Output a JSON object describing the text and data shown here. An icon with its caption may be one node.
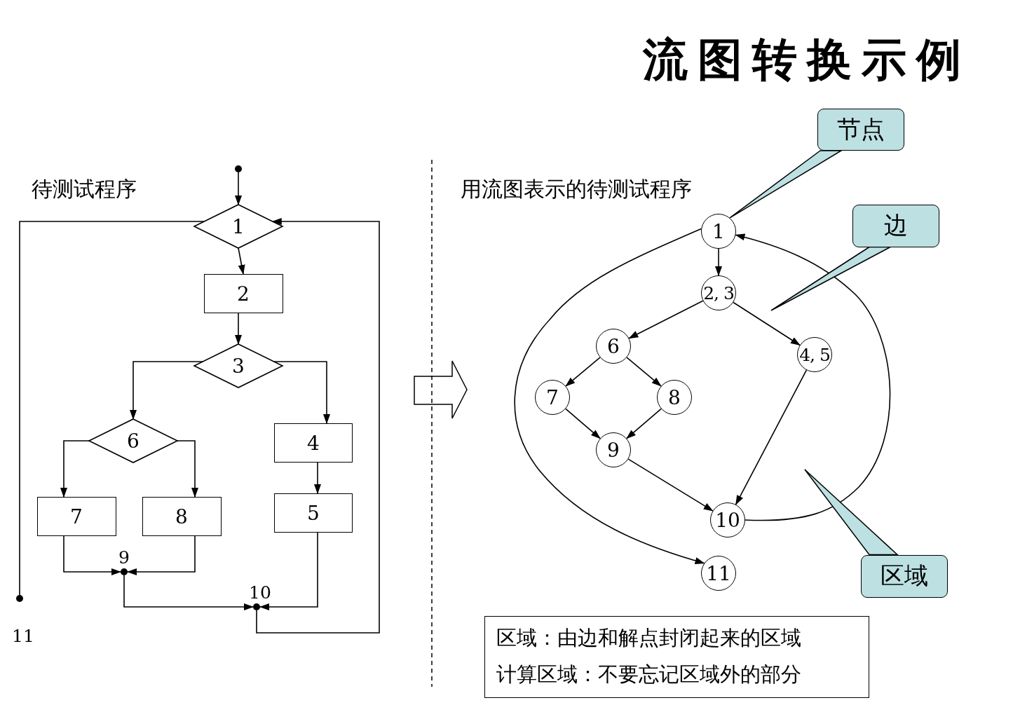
{
  "diagram": {
    "title": "流图转换示例",
    "nodes": [
      {
        "text": [],
        "shape": "circle"
      },
      {
        "text": [
          "1"
        ]
      },
      {
        "text": [
          "2"
        ]
      },
      {
        "text": [
          "3"
        ]
      },
      {
        "text": [
          "6"
        ]
      },
      {
        "text": [
          "4"
        ]
      },
      {
        "text": [
          "7"
        ]
      },
      {
        "text": [
          "8"
        ]
      },
      {
        "text": [
          "5"
        ]
      },
      {
        "text": [],
        "shape": "circle",
        "beside": [
          "9"
        ]
      },
      {
        "text": [],
        "shape": "circle",
        "beside": [
          "10"
        ]
      },
      {
        "text": [],
        "shape": "circle",
        "beside": [
          "11"
        ]
      },
      {
        "text": [
          "1"
        ]
      },
      {
        "text": [
          "2, 3"
        ]
      },
      {
        "text": [
          "6"
        ]
      },
      {
        "text": [
          "4, 5"
        ]
      },
      {
        "text": [
          "7"
        ]
      },
      {
        "text": [
          "8"
        ]
      },
      {
        "text": [
          "9"
        ]
      },
      {
        "text": [
          "10"
        ]
      },
      {
        "text": [
          "11"
        ]
      },
      {
        "text": [
          "节点"
        ]
      },
      {
        "text": [
          "边"
        ]
      },
      {
        "text": [
          "区域"
        ]
      },
      {
        "text": [
          "区域：由边和解点封闭起来的区域",
          "计算区域：不要忘记区域外的部分"
        ]
      }
    ],
    "edges": [
      {
        "from": 0,
        "to": 1,
        "arrow": "to"
      },
      {
        "from": 1,
        "to": 2,
        "arrow": "to"
      },
      {
        "from": 2,
        "to": 3,
        "arrow": "to"
      },
      {
        "from": 3,
        "to": 4,
        "arrow": "to"
      },
      {
        "from": 3,
        "to": 5,
        "arrow": "to"
      },
      {
        "from": 4,
        "to": 6,
        "arrow": "to"
      },
      {
        "from": 4,
        "to": 7,
        "arrow": "to"
      },
      {
        "from": 5,
        "to": 8,
        "arrow": "to"
      },
      {
        "from": 6,
        "to": 9,
        "arrow": "to"
      },
      {
        "from": 7,
        "to": 9,
        "arrow": "to"
      },
      {
        "from": 9,
        "to": 10,
        "arrow": "to"
      },
      {
        "from": 8,
        "to": 10,
        "arrow": "to"
      },
      {
        "from": 10,
        "to": 1,
        "arrow": "to"
      },
      {
        "from": 1,
        "to": 11,
        "arrow": "none"
      },
      {
        "from": 12,
        "to": 13,
        "arrow": "to"
      },
      {
        "from": 13,
        "to": 14,
        "arrow": "to"
      },
      {
        "from": 13,
        "to": 15,
        "arrow": "to"
      },
      {
        "from": 14,
        "to": 16,
        "arrow": "to"
      },
      {
        "from": 14,
        "to": 17,
        "arrow": "to"
      },
      {
        "from": 16,
        "to": 18,
        "arrow": "to"
      },
      {
        "from": 17,
        "to": 18,
        "arrow": "to"
      },
      {
        "from": 18,
        "to": 19,
        "arrow": "to"
      },
      {
        "from": 15,
        "to": 19,
        "arrow": "to"
      },
      {
        "from": 19,
        "to": 12,
        "arrow": "to"
      },
      {
        "from": 12,
        "to": 20,
        "arrow": "to"
      },
      {
        "from": 21,
        "to": 12,
        "arrow": "both"
      },
      {
        "from": 22,
        "to": null,
        "arrow": "both"
      },
      {
        "from": 23,
        "to": null,
        "arrow": "to"
      }
    ],
    "labels": [
      "待测试程序",
      "用流图表示的待测试程序"
    ]
  }
}
